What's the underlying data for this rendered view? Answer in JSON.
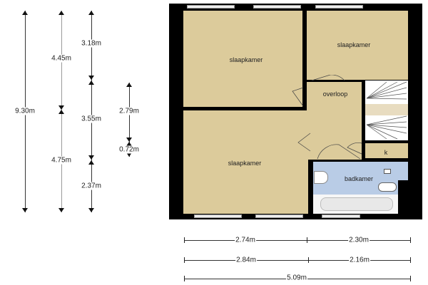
{
  "rooms": {
    "bedroom_top_left": "slaapkamer",
    "bedroom_top_right": "slaapkamer",
    "bedroom_bottom_left": "slaapkamer",
    "landing": "overloop",
    "bathroom": "badkamer",
    "closet": "k"
  },
  "vertical_dimensions": {
    "total": "9.30m",
    "col2_top": "4.45m",
    "col2_bottom": "4.75m",
    "col3_top": "3.18m",
    "col3_mid": "3.55m",
    "col3_bottom": "2.37m",
    "col4_top": "2.79m",
    "col4_bottom": "0.72m"
  },
  "horizontal_dimensions": {
    "row1_left": "2.74m",
    "row1_right": "2.30m",
    "row2_left": "2.84m",
    "row2_right": "2.16m",
    "total": "5.09m"
  },
  "colors": {
    "room": "#dccb9b",
    "bathroom": "#b9cce6",
    "wall": "#000000"
  }
}
